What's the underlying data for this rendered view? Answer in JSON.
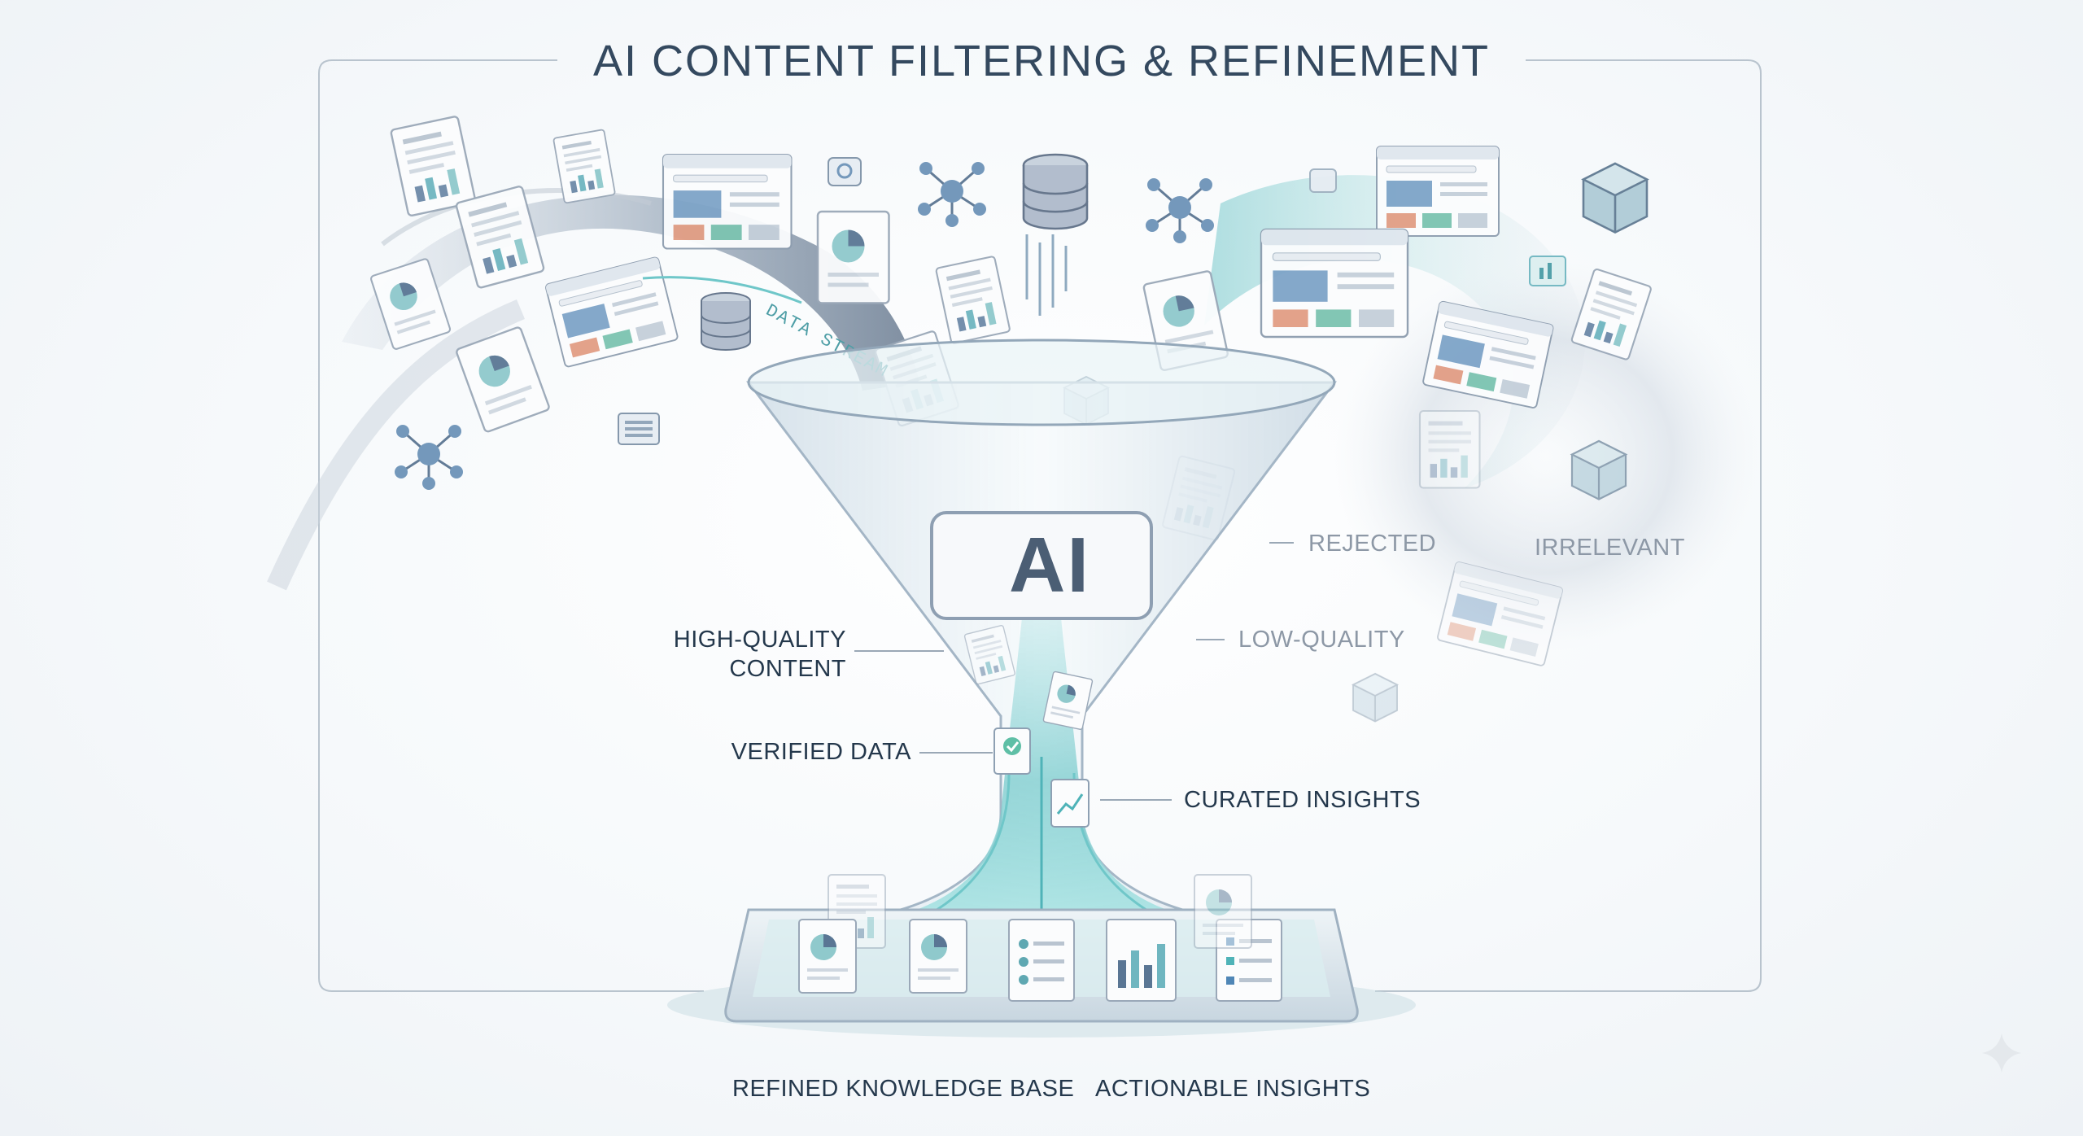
{
  "title": "AI CONTENT FILTERING & REFINEMENT",
  "ai_label": "AI",
  "stream_label": "DATA STREAM",
  "labels": {
    "high_quality": [
      "HIGH-QUALITY",
      "CONTENT"
    ],
    "verified": "VERIFIED DATA",
    "curated": "CURATED INSIGHTS",
    "rejected": "REJECTED",
    "irrelevant": "IRRELEVANT",
    "low_quality": "LOW-QUALITY",
    "knowledge_base": "REFINED KNOWLEDGE BASE",
    "actionable": "ACTIONABLE INSIGHTS"
  },
  "icons": [
    "document-icon",
    "bar-chart-icon",
    "pie-chart-icon",
    "line-chart-icon",
    "web-page-icon",
    "database-icon",
    "network-node-icon",
    "cube-icon",
    "checkmark-icon",
    "list-icon",
    "chat-icon"
  ],
  "colors": {
    "accent": "#6fc7c9",
    "funnel": "#dbe8ef",
    "text": "#2a3b4d",
    "muted": "#8d98a6"
  }
}
